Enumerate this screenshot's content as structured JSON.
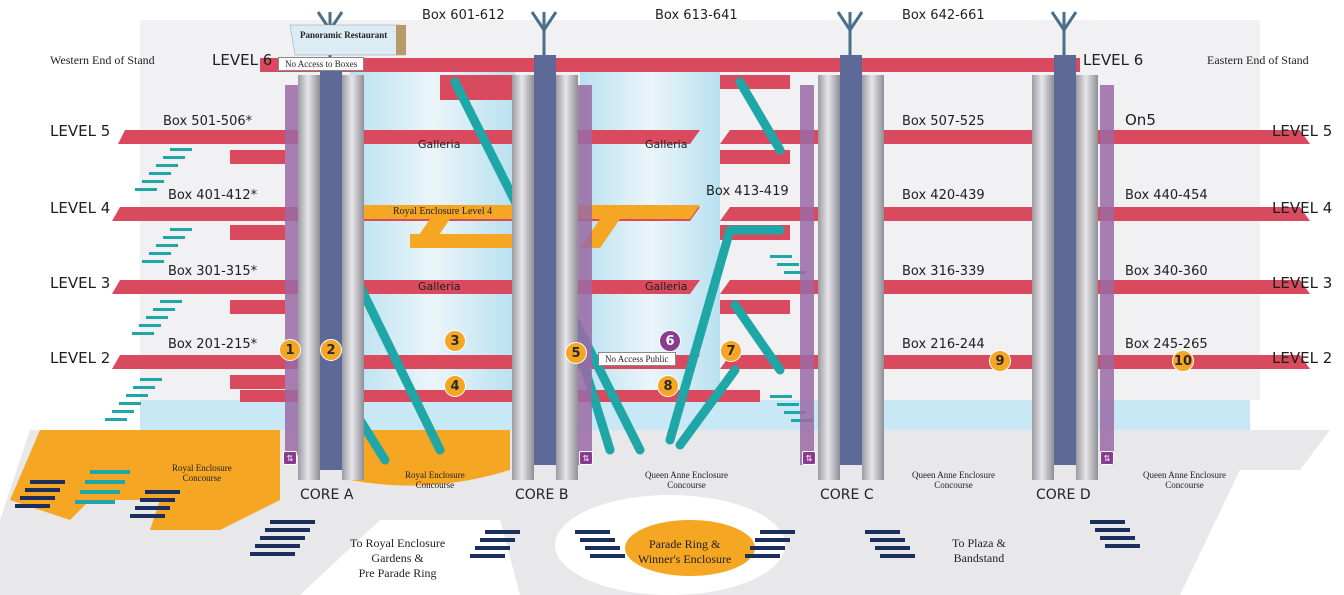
{
  "ends": {
    "west": "Western End of Stand",
    "east": "Eastern End of Stand"
  },
  "levels": {
    "level6": "LEVEL 6",
    "level5": "LEVEL 5",
    "level4": "LEVEL 4",
    "level3": "LEVEL 3",
    "level2": "LEVEL 2"
  },
  "restaurant": {
    "title": "Panoramic Restaurant",
    "note": "No Access to Boxes"
  },
  "boxes": {
    "b601": "Box 601-612",
    "b613": "Box 613-641",
    "b642": "Box 642-661",
    "b501": "Box 501-506*",
    "b507": "Box 507-525",
    "on5": "On5",
    "b401": "Box 401-412*",
    "b413": "Box 413-419",
    "b420": "Box 420-439",
    "b440": "Box 440-454",
    "b301": "Box 301-315*",
    "b316": "Box 316-339",
    "b340": "Box 340-360",
    "b201": "Box 201-215*",
    "b216": "Box 216-244",
    "b245": "Box 245-265"
  },
  "galleria": "Galleria",
  "royal_enclosure_level4": "Royal Enclosure Level 4",
  "no_access_public": "No Access Public",
  "markers": [
    "1",
    "2",
    "3",
    "4",
    "5",
    "6",
    "7",
    "8",
    "9",
    "10"
  ],
  "cores": {
    "a": "CORE A",
    "b": "CORE B",
    "c": "CORE C",
    "d": "CORE D"
  },
  "concourses": {
    "royal_left": [
      "Royal Enclosure",
      "Concourse"
    ],
    "royal_center": [
      "Royal Enclosure",
      "Concourse"
    ],
    "queen_b": [
      "Queen Anne Enclosure",
      "Concourse"
    ],
    "queen_c": [
      "Queen Anne Enclosure",
      "Concourse"
    ],
    "queen_d": [
      "Queen Anne Enclosure",
      "Concourse"
    ]
  },
  "directions": {
    "royal_gardens": [
      "To Royal Enclosure",
      "Gardens &",
      "Pre Parade Ring"
    ],
    "parade_ring": [
      "Parade Ring &",
      "Winner's Enclosure"
    ],
    "plaza": [
      "To Plaza &",
      "Bandstand"
    ]
  },
  "colors": {
    "floor": "#d94a5f",
    "royal": "#f5a623",
    "stair_teal": "#1fa7a8",
    "stair_navy": "#1c2f5c",
    "core_column": "#c4c4c8",
    "glass": "#cfe9f5",
    "ground": "#e6e6e6"
  }
}
